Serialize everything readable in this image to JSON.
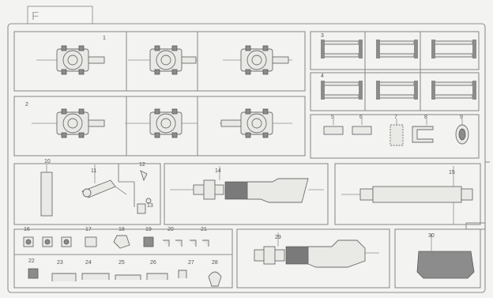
{
  "sprue": {
    "letter": "F",
    "numbers": {
      "n1": "1",
      "n2": "2",
      "n3": "3",
      "n4": "4",
      "n5": "5",
      "n6": "6",
      "n7": "7",
      "n8": "8",
      "n9": "9",
      "n10": "10",
      "n11": "11",
      "n12": "12",
      "n13": "13",
      "n14": "14",
      "n15": "15",
      "n16": "16",
      "n17": "17",
      "n18": "18",
      "n19": "19",
      "n20": "20",
      "n21": "21",
      "n22": "22",
      "n23": "23",
      "n24": "24",
      "n25": "25",
      "n26": "26",
      "n27": "27",
      "n28": "28",
      "n29": "29",
      "n30": "30"
    }
  },
  "colors": {
    "background": "#f3f3f1",
    "frame": "#8f8f8f",
    "part": "#e9e9e6",
    "shaded": "#8c8c8c"
  }
}
